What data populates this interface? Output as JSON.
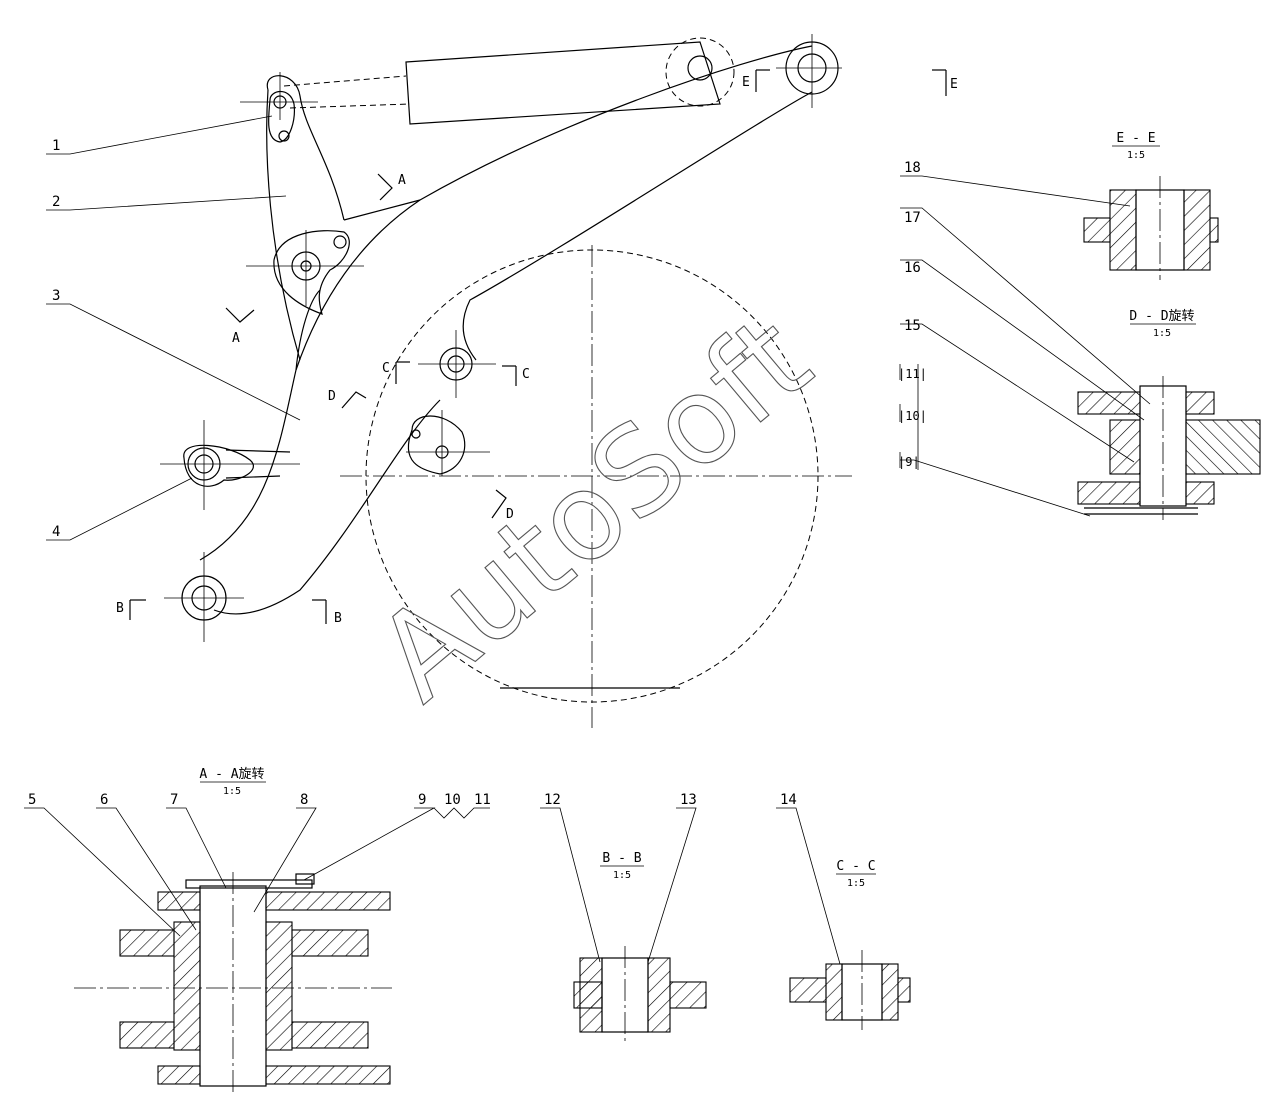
{
  "part_numbers": [
    "1",
    "2",
    "3",
    "4",
    "5",
    "6",
    "7",
    "8",
    "9",
    "10",
    "11",
    "12",
    "13",
    "14",
    "15",
    "16",
    "17",
    "18"
  ],
  "side_refs": {
    "9": "|9|",
    "10": "|10|",
    "11": "|11|"
  },
  "section_markers": {
    "A": "A",
    "B": "B",
    "C": "C",
    "D": "D",
    "E": "E"
  },
  "section_views": {
    "aa": {
      "title": "A - A旋转",
      "scale": "1:5"
    },
    "bb": {
      "title": "B - B",
      "scale": "1:5"
    },
    "cc": {
      "title": "C - C",
      "scale": "1:5"
    },
    "dd": {
      "title": "D - D旋转",
      "scale": "1:5"
    },
    "ee": {
      "title": "E - E",
      "scale": "1:5"
    }
  },
  "watermark": "AutoSoft"
}
